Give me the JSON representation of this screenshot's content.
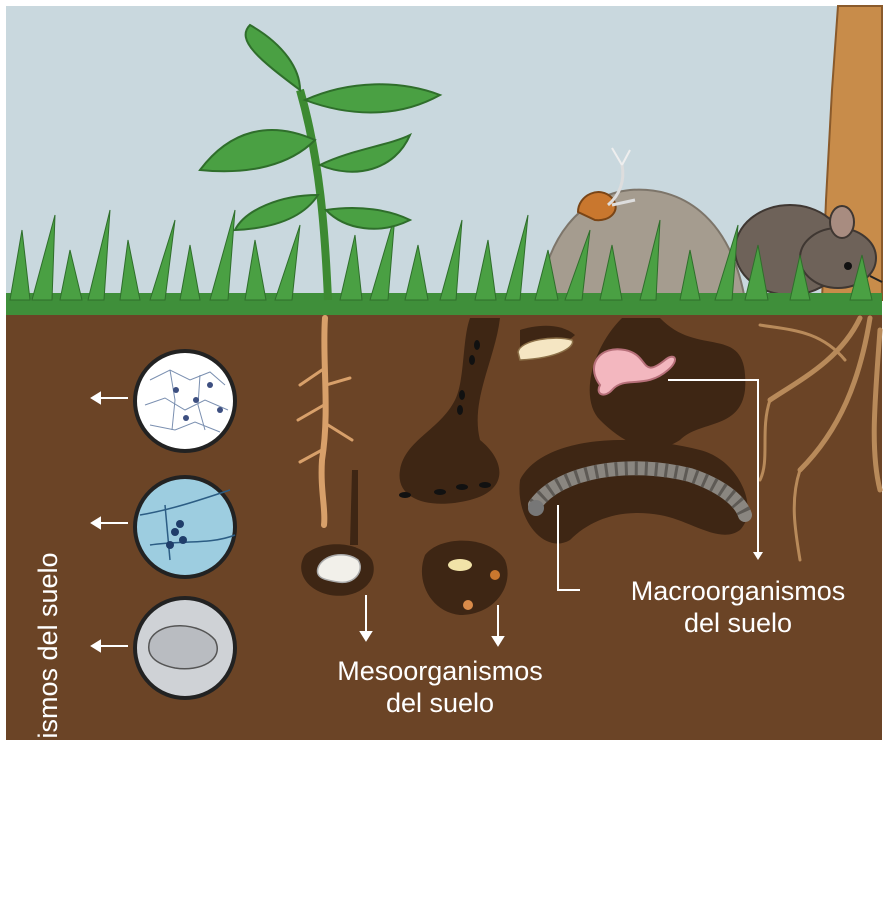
{
  "labels": {
    "micro": "Microorganismos del suelo",
    "meso_line1": "Mesoorganismos",
    "meso_line2": "del suelo",
    "macro_line1": "Macroorganismos",
    "macro_line2": "del suelo"
  },
  "colors": {
    "sky": "#c9d8de",
    "grass": "#3f8f3a",
    "soil": "#6b4426",
    "burrow": "#3e2614",
    "text": "#ffffff"
  }
}
